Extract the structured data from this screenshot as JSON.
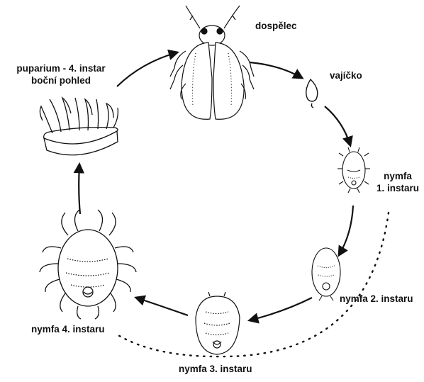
{
  "labels": {
    "adult": "dospělec",
    "egg": "vajíčko",
    "nymph1_line1": "nymfa",
    "nymph1_line2": "1. instaru",
    "nymph2": "nymfa 2. instaru",
    "nymph3": "nymfa 3. instaru",
    "nymph4": "nymfa 4. instaru",
    "puparium_line1": "puparium - 4. instar",
    "puparium_line2": "boční pohled"
  },
  "colors": {
    "ink": "#111111",
    "background": "#ffffff"
  }
}
